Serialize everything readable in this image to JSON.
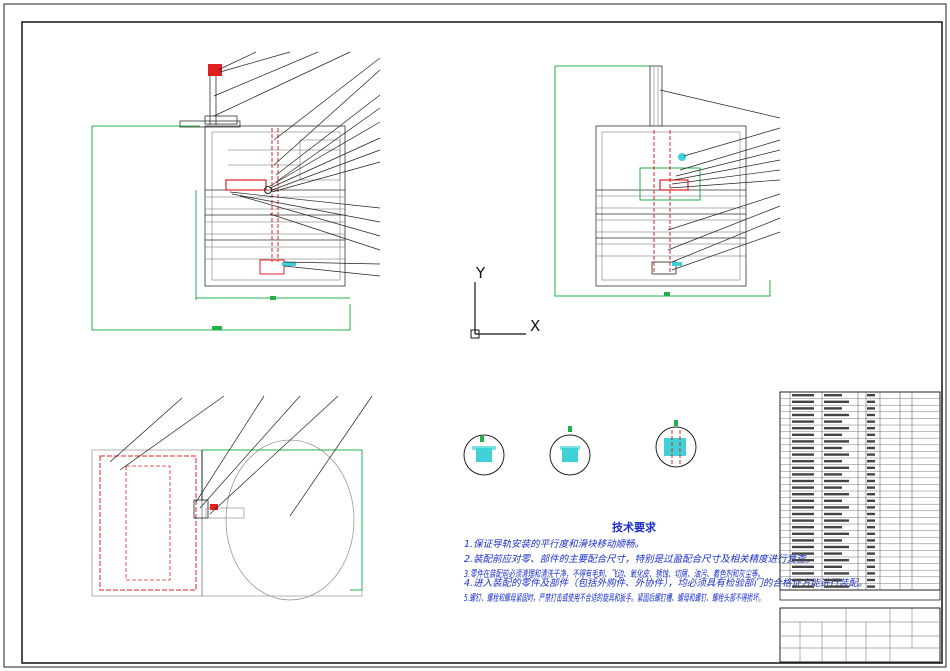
{
  "axes": {
    "x_label": "X",
    "y_label": "Y"
  },
  "technical_requirements": {
    "title": "技术要求",
    "items": [
      "1.保证导轨安装的平行度和滑块移动顺畅。",
      "2.装配前应对零、部件的主要配合尺寸，特别是过盈配合尺寸及相关精度进行复查。",
      "3.零件在装配前必须清理和清洗干净，不得有毛刺、飞边、氧化皮、锈蚀、切屑、油污、着色剂和灰尘等。",
      "4.进入装配的零件及部件（包括外购件、外协件），均必须具有检验部门的合格证方能进行装配。",
      "5.螺钉、螺栓和螺母紧固时，严禁打击或使用不合适的旋具和扳手。紧固后螺钉槽、螺母和螺钉、螺栓头部不得损坏。"
    ]
  },
  "colors": {
    "frame": "#222222",
    "green": "#22b04a",
    "red": "#e02020",
    "cyan": "#3fd1d8",
    "blue_text": "#1a2ecc"
  }
}
